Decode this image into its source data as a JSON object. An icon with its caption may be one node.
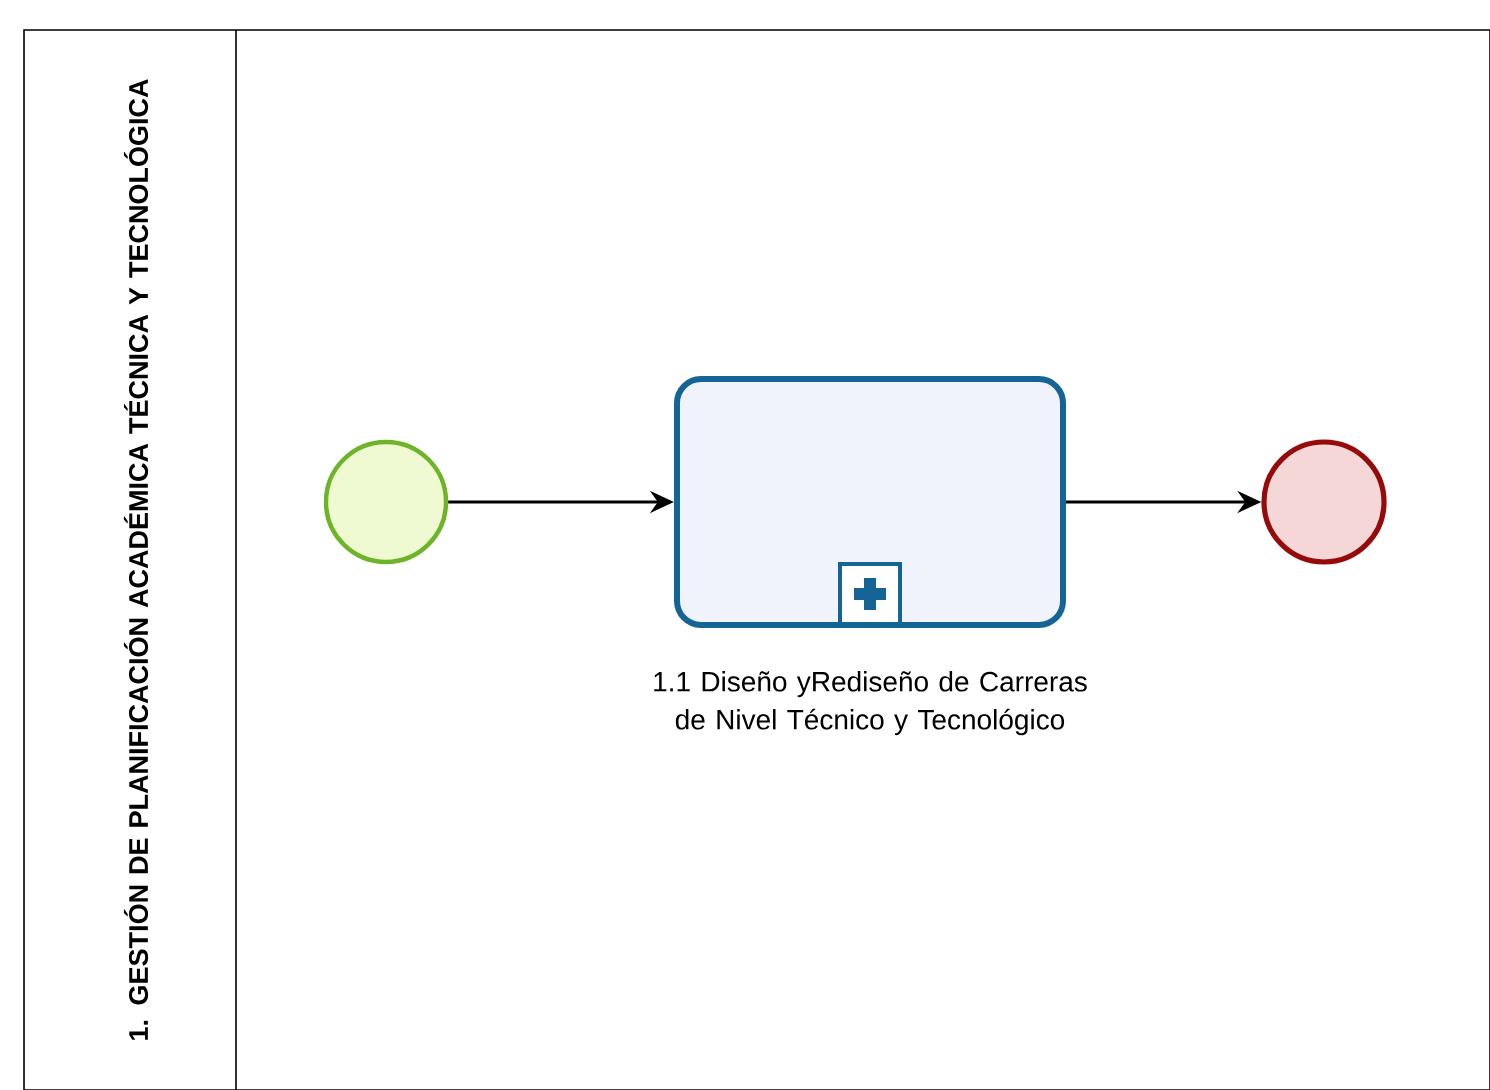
{
  "diagram": {
    "nodes": [
      {
        "text": [
          "1. GESTIÓN DE PLANIFICACIÓN ACADÉMICA TÉCNICA Y TECNOLÓGICA"
        ]
      },
      {
        "text": [],
        "shape": "circle",
        "in": 0
      },
      {
        "text": [
          "1.1 Diseño yRediseño de Carreras de Nivel Técnico y Tecnológico"
        ],
        "in": 0
      },
      {
        "text": [],
        "shape": "circle",
        "in": 0
      }
    ],
    "edges": [
      {
        "from": 1,
        "to": 2,
        "arrow": "to"
      },
      {
        "from": 2,
        "to": 3,
        "arrow": "to"
      }
    ]
  }
}
